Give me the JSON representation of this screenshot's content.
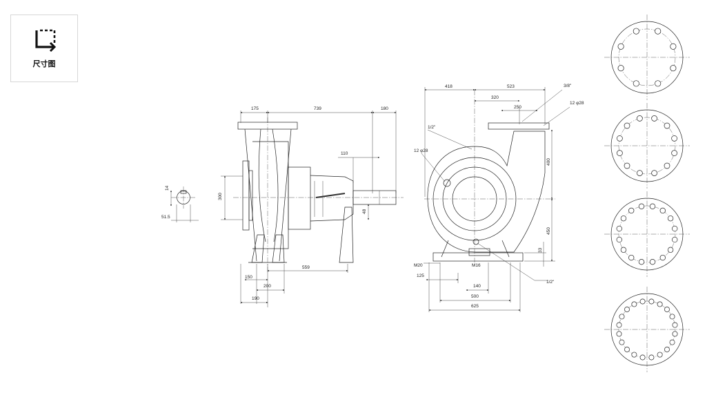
{
  "badge": {
    "label": "尺寸图",
    "icon": "dimensions-icon"
  },
  "side_view": {
    "shaft_labels": [
      "14",
      "51.5"
    ],
    "dims": [
      "175",
      "739",
      "180",
      "110",
      "300",
      "48",
      "150",
      "200",
      "559",
      "190"
    ]
  },
  "front_view": {
    "dims": [
      "418",
      "523",
      "320",
      "250",
      "3/8\"",
      "12 φ28",
      "1/2\"",
      "12 φ28",
      "400",
      "450",
      "33",
      "M20",
      "M16",
      "125",
      "140",
      "500",
      "625",
      "1/2\""
    ]
  },
  "flanges": {
    "hole_counts": [
      8,
      12,
      16,
      20
    ]
  }
}
